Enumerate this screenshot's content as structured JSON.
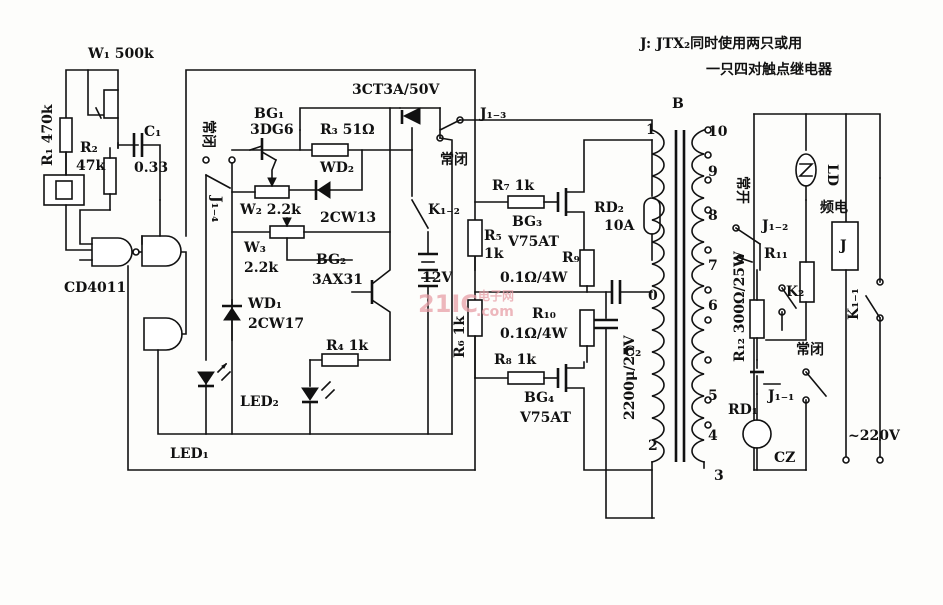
{
  "note": {
    "line1": "J: JTX₂同时使用两只或用",
    "line2": "一只四对触点继电器"
  },
  "labels": {
    "w1": "W₁ 500k",
    "r1": "R₁ 470k",
    "r2": "R₂",
    "r2v": "47k",
    "c1": "C₁",
    "c1v": "0.33",
    "cd4011": "CD4011",
    "nc_left": "常闭",
    "j14": "J₁₋₄",
    "led1": "LED₁",
    "bg1": "BG₁",
    "bg1t": "3DG6",
    "r3": "R₃ 51Ω",
    "wd2": "WD₂",
    "wd2t": "2CW13",
    "w2": "W₂  2.2k",
    "w3": "W₃",
    "w3v": "2.2k",
    "bg2": "BG₂",
    "bg2t": "3AX31",
    "wd1": "WD₁",
    "wd1t": "2CW17",
    "r4": "R₄ 1k",
    "led2": "LED₂",
    "scr": "3CT3A/50V",
    "j13": "J₁₋₃",
    "nc_mid": "常闭",
    "k12": "K₁₋₂",
    "batt": "12V",
    "r7": "R₇ 1k",
    "bg3": "BG₃",
    "bg3t": "V75AT",
    "rd2": "RD₂",
    "rd2v": "10A",
    "r5": "R₅",
    "r5v": "1k",
    "r9": "R₉",
    "r9v": "0.1Ω/4W",
    "r10": "R₁₀",
    "r10v": "0.1Ω/4W",
    "r6": "R₆ 1k",
    "r8": "R₈   1k",
    "bg4": "BG₄",
    "bg4t": "V75AT",
    "c2": "C₂",
    "c2v": "2200μ/25V",
    "b": "B",
    "t1": "1",
    "t0": "0",
    "t2": "2",
    "t3": "3",
    "t4": "4",
    "t5": "5",
    "t6": "6",
    "t7": "7",
    "t8": "8",
    "t9": "9",
    "t10": "10",
    "no_right": "常开",
    "j12": "J₁₋₂",
    "r11": "R₁₁",
    "r12": "R₁₂ 300Ω/25W",
    "k2": "K₂",
    "nc_right": "常闭",
    "j11": "J₁₋₁",
    "rd1": "RD₁",
    "cz": "CZ",
    "ld": "LD",
    "freq": "频电",
    "jbox": "J",
    "k11": "K₁₋₁",
    "mains": "~220V"
  },
  "watermark": {
    "logo": "21IC",
    "cn": "电子网",
    "url": ".com"
  }
}
